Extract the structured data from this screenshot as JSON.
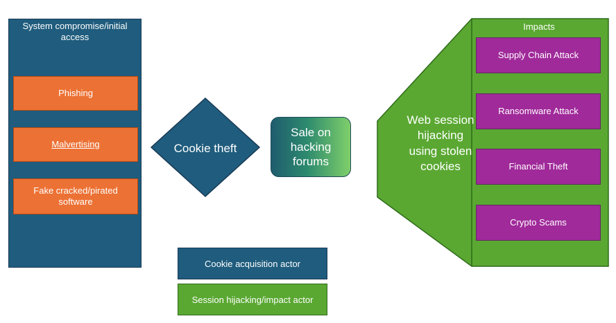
{
  "left_panel": {
    "title": "System compromise/initial access",
    "vectors": [
      "Phishing",
      "Malvertising",
      "Fake cracked/pirated software"
    ]
  },
  "cookie_theft": "Cookie theft",
  "sale": "Sale on hacking forums",
  "web_session": "Web session hijacking using stolen cookies",
  "impacts": {
    "title": "Impacts",
    "items": [
      "Supply Chain Attack",
      "Ransomware Attack",
      "Financial Theft",
      "Crypto Scams"
    ]
  },
  "legend": {
    "acquisition": "Cookie acquisition actor",
    "hijacking": "Session hijacking/impact actor"
  },
  "colors": {
    "acquisition_blue": "#1f5c7d",
    "hijacking_green": "#5aa832",
    "vector_orange": "#ec7134",
    "impact_purple": "#a02a9a"
  }
}
